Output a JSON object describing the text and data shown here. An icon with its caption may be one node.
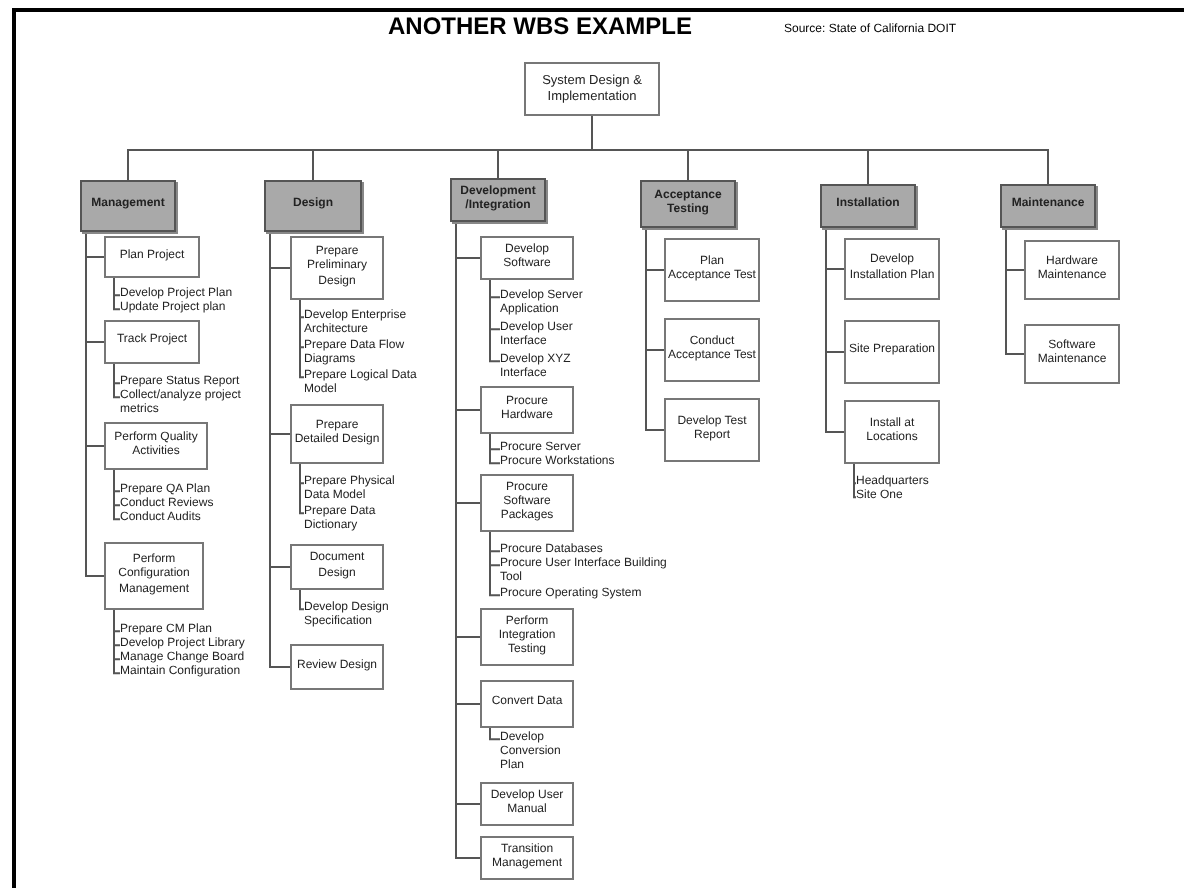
{
  "diagram": {
    "title": "ANOTHER WBS EXAMPLE",
    "nodes": [
      {
        "text": [
          "System Design & Implementation"
        ]
      },
      {
        "text": [
          "Management"
        ]
      },
      {
        "text": [
          "Plan Project"
        ]
      },
      {
        "text": [
          "Develop Project Plan"
        ]
      },
      {
        "text": [
          "Update Project plan"
        ]
      },
      {
        "text": [
          "Track Project"
        ]
      },
      {
        "text": [
          "Prepare Status Report"
        ]
      },
      {
        "text": [
          "Collect/analyze project metrics"
        ]
      },
      {
        "text": [
          "Perform Quality Activities"
        ]
      },
      {
        "text": [
          "Prepare QA Plan"
        ]
      },
      {
        "text": [
          "Conduct Reviews"
        ]
      },
      {
        "text": [
          "Conduct Audits"
        ]
      },
      {
        "text": [
          "Perform Configuration Management"
        ]
      },
      {
        "text": [
          "Prepare CM Plan"
        ]
      },
      {
        "text": [
          "Develop Project Library"
        ]
      },
      {
        "text": [
          "Manage Change Board"
        ]
      },
      {
        "text": [
          "Maintain Configuration"
        ]
      },
      {
        "text": [
          "Design"
        ]
      },
      {
        "text": [
          "Prepare Preliminary Design"
        ]
      },
      {
        "text": [
          "Develop Enterprise Architecture"
        ]
      },
      {
        "text": [
          "Prepare Data Flow Diagrams"
        ]
      },
      {
        "text": [
          "Prepare Logical Data Model"
        ]
      },
      {
        "text": [
          "Prepare Detailed Design"
        ]
      },
      {
        "text": [
          "Prepare Physical Data Model"
        ]
      },
      {
        "text": [
          "Prepare Data Dictionary"
        ]
      },
      {
        "text": [
          "Document Design"
        ]
      },
      {
        "text": [
          "Develop Design Specification"
        ]
      },
      {
        "text": [
          "Review Design"
        ]
      },
      {
        "text": [
          "Development /Integration"
        ]
      },
      {
        "text": [
          "Develop Software"
        ]
      },
      {
        "text": [
          "Develop Server Application"
        ]
      },
      {
        "text": [
          "Develop User Interface"
        ]
      },
      {
        "text": [
          "Develop XYZ Interface"
        ]
      },
      {
        "text": [
          "Procure Hardware"
        ]
      },
      {
        "text": [
          "Procure Server"
        ]
      },
      {
        "text": [
          "Procure Workstations"
        ]
      },
      {
        "text": [
          "Procure Software Packages"
        ]
      },
      {
        "text": [
          "Procure Databases"
        ]
      },
      {
        "text": [
          "Procure User Interface Building Tool"
        ]
      },
      {
        "text": [
          "Procure Operating System"
        ]
      },
      {
        "text": [
          "Perform Integration Testing"
        ]
      },
      {
        "text": [
          "Convert Data"
        ]
      },
      {
        "text": [
          "Develop Conversion Plan"
        ]
      },
      {
        "text": [
          "Develop User Manual"
        ]
      },
      {
        "text": [
          "Transition Management"
        ]
      },
      {
        "text": [
          "Acceptance Testing"
        ]
      },
      {
        "text": [
          "Plan Acceptance Test"
        ]
      },
      {
        "text": [
          "Conduct Acceptance Test"
        ]
      },
      {
        "text": [
          "Develop Test Report"
        ]
      },
      {
        "text": [
          "Installation"
        ]
      },
      {
        "text": [
          "Develop Installation Plan"
        ]
      },
      {
        "text": [
          "Site Preparation"
        ]
      },
      {
        "text": [
          "Install at Locations"
        ]
      },
      {
        "text": [
          "Headquarters"
        ]
      },
      {
        "text": [
          "Site One"
        ]
      },
      {
        "text": [
          "Maintenance"
        ]
      },
      {
        "text": [
          "Hardware Maintenance"
        ]
      },
      {
        "text": [
          "Software Maintenance"
        ]
      }
    ],
    "edges": [
      {
        "from": 0,
        "to": 1,
        "arrow": "none"
      },
      {
        "from": 0,
        "to": 17,
        "arrow": "none"
      },
      {
        "from": 0,
        "to": 28,
        "arrow": "none"
      },
      {
        "from": 0,
        "to": 45,
        "arrow": "none"
      },
      {
        "from": 0,
        "to": 49,
        "arrow": "none"
      },
      {
        "from": 0,
        "to": 55,
        "arrow": "none"
      },
      {
        "from": 1,
        "to": 2,
        "arrow": "none"
      },
      {
        "from": 2,
        "to": 3,
        "arrow": "none"
      },
      {
        "from": 2,
        "to": 4,
        "arrow": "none"
      },
      {
        "from": 1,
        "to": 5,
        "arrow": "none"
      },
      {
        "from": 5,
        "to": 6,
        "arrow": "none"
      },
      {
        "from": 5,
        "to": 7,
        "arrow": "none"
      },
      {
        "from": 1,
        "to": 8,
        "arrow": "none"
      },
      {
        "from": 8,
        "to": 9,
        "arrow": "none"
      },
      {
        "from": 8,
        "to": 10,
        "arrow": "none"
      },
      {
        "from": 8,
        "to": 11,
        "arrow": "none"
      },
      {
        "from": 1,
        "to": 12,
        "arrow": "none"
      },
      {
        "from": 12,
        "to": 13,
        "arrow": "none"
      },
      {
        "from": 12,
        "to": 14,
        "arrow": "none"
      },
      {
        "from": 12,
        "to": 15,
        "arrow": "none"
      },
      {
        "from": 12,
        "to": 16,
        "arrow": "none"
      },
      {
        "from": 17,
        "to": 18,
        "arrow": "none"
      },
      {
        "from": 18,
        "to": 19,
        "arrow": "none"
      },
      {
        "from": 18,
        "to": 20,
        "arrow": "none"
      },
      {
        "from": 18,
        "to": 21,
        "arrow": "none"
      },
      {
        "from": 17,
        "to": 22,
        "arrow": "none"
      },
      {
        "from": 22,
        "to": 23,
        "arrow": "none"
      },
      {
        "from": 22,
        "to": 24,
        "arrow": "none"
      },
      {
        "from": 17,
        "to": 25,
        "arrow": "none"
      },
      {
        "from": 25,
        "to": 26,
        "arrow": "none"
      },
      {
        "from": 17,
        "to": 27,
        "arrow": "none"
      },
      {
        "from": 28,
        "to": 29,
        "arrow": "none"
      },
      {
        "from": 29,
        "to": 30,
        "arrow": "none"
      },
      {
        "from": 29,
        "to": 31,
        "arrow": "none"
      },
      {
        "from": 29,
        "to": 32,
        "arrow": "none"
      },
      {
        "from": 28,
        "to": 33,
        "arrow": "none"
      },
      {
        "from": 33,
        "to": 34,
        "arrow": "none"
      },
      {
        "from": 33,
        "to": 35,
        "arrow": "none"
      },
      {
        "from": 28,
        "to": 36,
        "arrow": "none"
      },
      {
        "from": 36,
        "to": 37,
        "arrow": "none"
      },
      {
        "from": 36,
        "to": 38,
        "arrow": "none"
      },
      {
        "from": 36,
        "to": 39,
        "arrow": "none"
      },
      {
        "from": 28,
        "to": 40,
        "arrow": "none"
      },
      {
        "from": 28,
        "to": 41,
        "arrow": "none"
      },
      {
        "from": 41,
        "to": 42,
        "arrow": "none"
      },
      {
        "from": 28,
        "to": 43,
        "arrow": "none"
      },
      {
        "from": 28,
        "to": 44,
        "arrow": "none"
      },
      {
        "from": 45,
        "to": 46,
        "arrow": "none"
      },
      {
        "from": 45,
        "to": 47,
        "arrow": "none"
      },
      {
        "from": 45,
        "to": 48,
        "arrow": "none"
      },
      {
        "from": 49,
        "to": 50,
        "arrow": "none"
      },
      {
        "from": 49,
        "to": 51,
        "arrow": "none"
      },
      {
        "from": 49,
        "to": 52,
        "arrow": "none"
      },
      {
        "from": 52,
        "to": 53,
        "arrow": "none"
      },
      {
        "from": 52,
        "to": 54,
        "arrow": "none"
      },
      {
        "from": 55,
        "to": 56,
        "arrow": "none"
      },
      {
        "from": 55,
        "to": 57,
        "arrow": "none"
      }
    ],
    "labels": [
      "Source: State of California DOIT"
    ]
  }
}
